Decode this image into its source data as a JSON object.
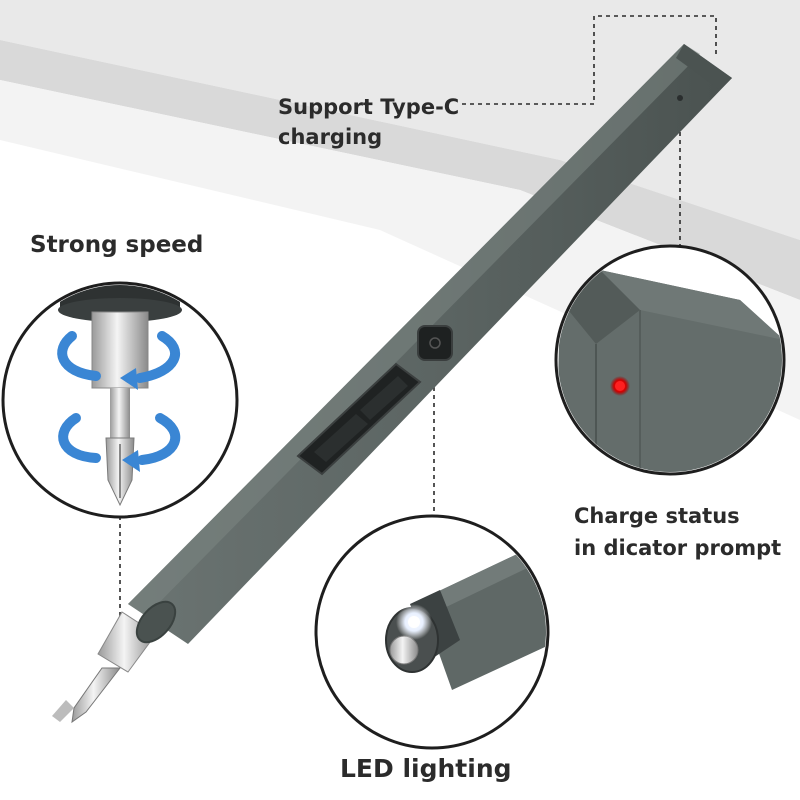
{
  "labels": {
    "typec_line1": "Support Type-C",
    "typec_line2": "charging",
    "speed": "Strong speed",
    "charge_line1": "Charge status",
    "charge_line2": "in dicator prompt",
    "led": "LED lighting"
  },
  "colors": {
    "body": "#5f6866",
    "body_dark": "#4e5654",
    "rotation_arrow": "#3a86d4",
    "indicator_led": "#e01010",
    "background_shelf": "#f1f1f1"
  }
}
